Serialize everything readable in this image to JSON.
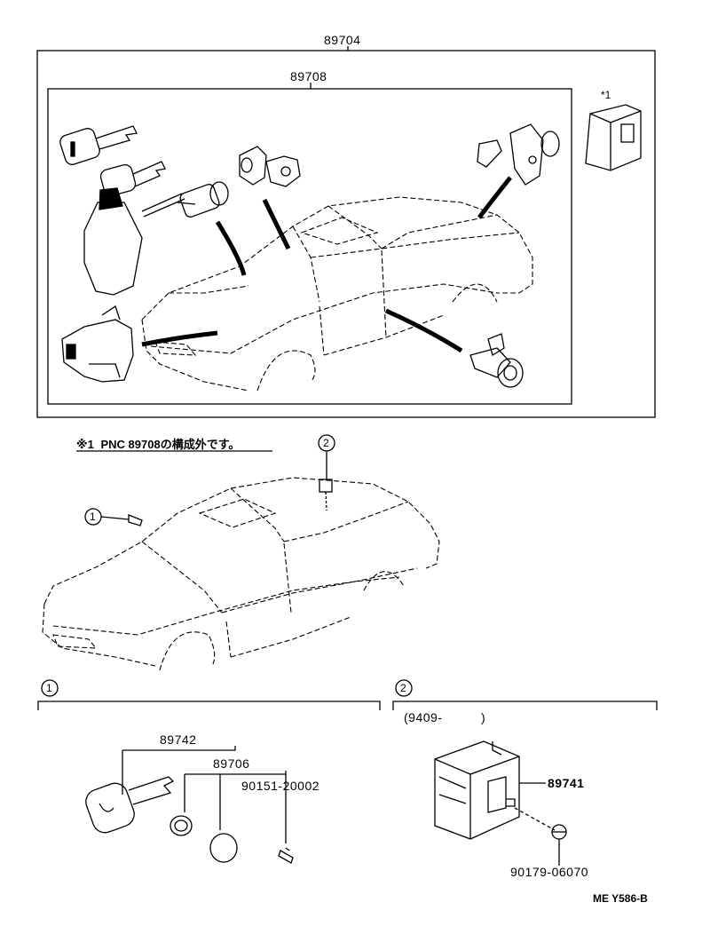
{
  "assembly": {
    "outer_part_no": "89704",
    "inner_part_no": "89708",
    "excluded_marker": "*1"
  },
  "note": {
    "symbol": "※1",
    "text": "PNC 89708の構成外です。"
  },
  "callouts": {
    "one": "1",
    "two": "2"
  },
  "group1": {
    "index": "1",
    "parts": {
      "key_set": "89742",
      "key_plate": "89706",
      "screw": "90151-20002"
    }
  },
  "group2": {
    "index": "2",
    "date_range": "(9409-　　　)",
    "parts": {
      "module": "89741",
      "clip": "90179-06070"
    }
  },
  "footer": {
    "code": "ME  Y586-B"
  }
}
